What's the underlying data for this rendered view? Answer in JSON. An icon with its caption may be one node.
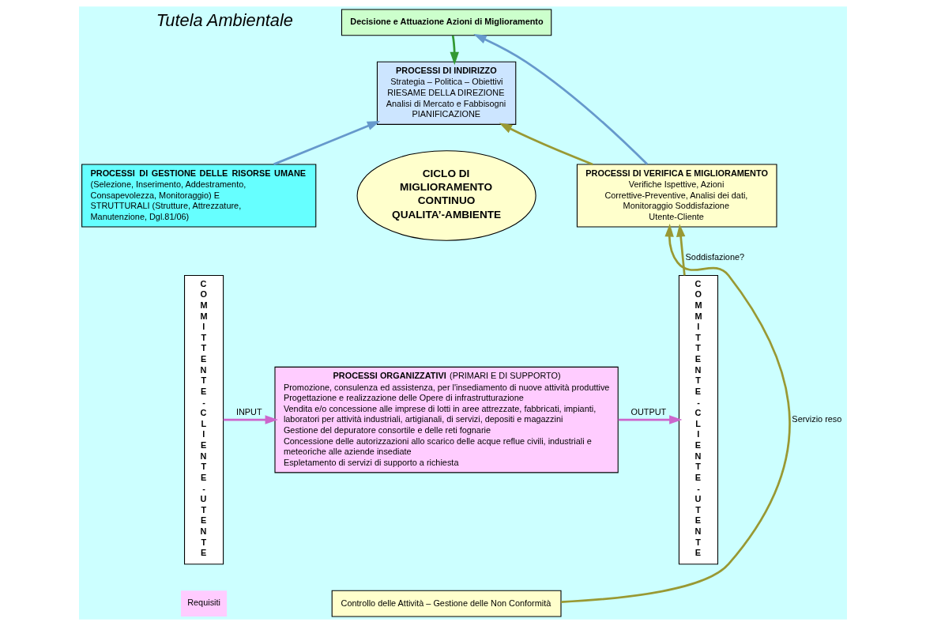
{
  "diagram": {
    "nodes": [
      {
        "text": [
          "COMMITTENTE-CLIENTE-UTENTE"
        ]
      },
      {
        "text": [
          "Decisione e Attuazione Azioni di Miglioramento"
        ]
      },
      {
        "text": [
          "PROCESSI DI INDIRIZZO",
          "Strategia – Politica – Obiettivi",
          "RIESAME DELLA DIREZIONE",
          "Analisi di Mercato e Fabbisogni",
          "PIANIFICAZIONE"
        ]
      },
      {
        "text": [
          "CICLO DI MIGLIORAMENTO CONTINUO QUALITA’-AMBIENTE"
        ]
      },
      {
        "text": [
          "**PROCESSI DI GESTIONE DELLE RISORSE UMANE** (Selezione, Inserimento, Addestramento, Consapevolezza, Monitoraggio) E STRUTTURALI (Strutture, Attrezzature, Manutenzione, Dgl.81/06)"
        ]
      },
      {
        "text": [
          "PROCESSI DI VERIFICA E MIGLIORAMENTO",
          "Verifiche Ispettive, Azioni Correttive-Preventive, Analisi dei dati, Monitoraggio Soddisfazione Utente-Cliente"
        ]
      },
      {
        "text": [
          "**PROCESSI ORGANIZZATIVI** (PRIMARI E DI SUPPORTO)",
          "Promozione, consulenza ed assistenza, per l'insediamento di nuove attività produttive",
          "Progettazione e realizzazione delle Opere di infrastrutturazione",
          "Vendita e/o concessione alle imprese di lotti in aree attrezzate, fabbricati, impianti, laboratori per attività industriali, artigianali, di servizi, depositi e magazzini",
          "Gestione del depuratore consortile e delle reti fognarie",
          "Concessione delle autorizzazioni allo scarico delle acque reflue civili, industriali e meteoriche alle aziende insediate",
          "Espletamento di servizi di supporto a richiesta"
        ]
      },
      {
        "text": [
          "Controllo delle Attività – Gestione delle Non Conformità"
        ]
      },
      {
        "text": [
          "COMMITTENTE-CLIENTE-UTENTE"
        ]
      }
    ],
    "edges": [
      {
        "from": 0,
        "to": 6,
        "arrow": "to",
        "label": "INPUT",
        "color": "#cc66cc"
      },
      {
        "from": 6,
        "to": 8,
        "arrow": "to",
        "label": "OUTPUT",
        "color": "#cc66cc"
      },
      {
        "from": 8,
        "to": 5,
        "arrow": "to",
        "label": "Soddisfazione?",
        "color": "#999933"
      },
      {
        "from": 7,
        "to": 5,
        "arrow": "to",
        "label": "Servizio reso",
        "color": "#999933"
      },
      {
        "from": 1,
        "to": 2,
        "arrow": "to",
        "color": "#339933"
      },
      {
        "from": 5,
        "to": 1,
        "arrow": "to",
        "color": "#6699cc"
      },
      {
        "from": 5,
        "to": 2,
        "arrow": "to",
        "color": "#999933"
      },
      {
        "from": 4,
        "to": 2,
        "arrow": "to",
        "color": "#6699cc"
      }
    ],
    "labels": [
      "Tutela Ambientale",
      "Requisiti"
    ]
  }
}
